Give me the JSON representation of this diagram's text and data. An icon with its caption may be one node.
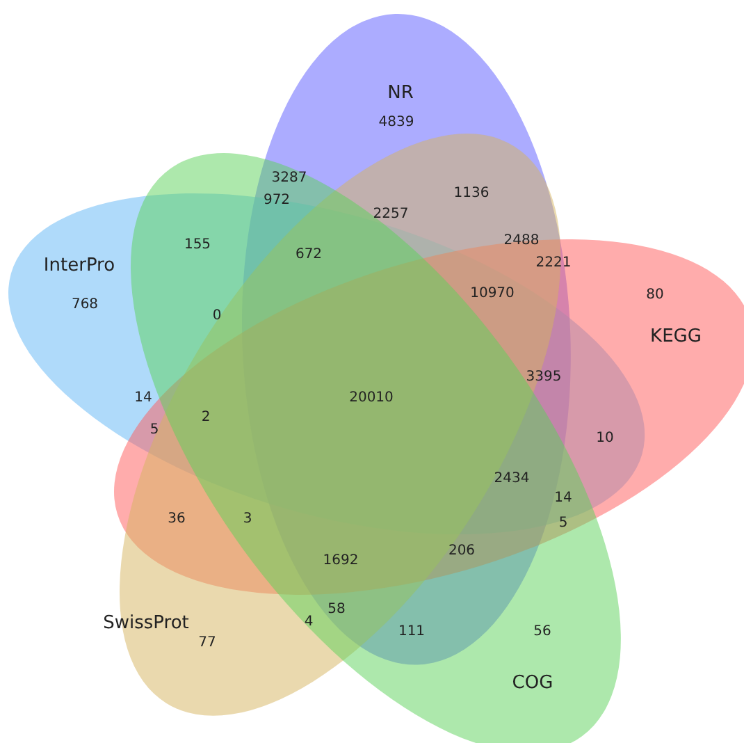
{
  "diagram": {
    "nodes": [
      {
        "text": [
          "NR"
        ]
      },
      {
        "text": [
          "InterPro"
        ]
      },
      {
        "text": [
          "KEGG"
        ]
      },
      {
        "text": [
          "SwissProt"
        ]
      },
      {
        "text": [
          "COG"
        ]
      }
    ],
    "labels": [
      "4839",
      "3287",
      "1136",
      "972",
      "2257",
      "155",
      "2488",
      "672",
      "2221",
      "80",
      "768",
      "10970",
      "0",
      "3395",
      "14",
      "20010",
      "2",
      "5",
      "10",
      "2434",
      "14",
      "36",
      "3",
      "5",
      "206",
      "1692",
      "58",
      "4",
      "111",
      "56",
      "77"
    ]
  }
}
